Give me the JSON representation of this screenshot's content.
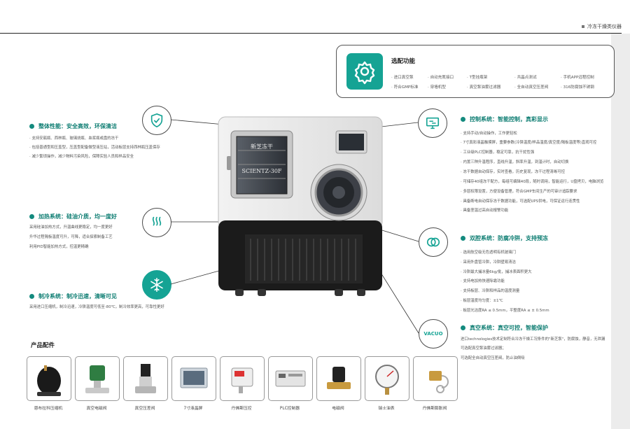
{
  "header": {
    "category": "冷冻干燥类仪器"
  },
  "options": {
    "title": "选配功能",
    "icon": "gear-icon",
    "row1": [
      "进口真空泵",
      "自动充氮接口",
      "T型挂瓶架",
      "共晶点测试",
      "手机APP远程控制"
    ],
    "row2": [
      "符合GMP标准",
      "穿墙机型",
      "真空泵油雾过滤器",
      "全自动真空压差阀",
      "316防腐蚀不锈钢"
    ]
  },
  "overall": {
    "title": "整体性能：安全高效，环保清洁",
    "icon": "shield-check-icon",
    "lines": [
      "支持安瓿瓶、西林瓶、玻璃烧瓶、血浆瓶或盘的冻干",
      "包括普通型和压盖型，压盖型配备微型液压站，活动板层支持西林瓶压盖保存",
      "减少繁琐操作，减少物料污染风险，保障实验人员和样品安全"
    ]
  },
  "heating": {
    "title": "加热系统：硅油介质，均一度好",
    "icon": "heat-waves-icon",
    "lines": [
      "采用硅油加热方式，升温曲线更稳定，均一度更好",
      "升华过程隔板温度可升，可降，适合探索制备工艺",
      "利用PID智能加热方式，控温更精确"
    ]
  },
  "cooling": {
    "title": "制冷系统：制冷迅速，清晰可见",
    "icon": "snowflake-icon",
    "lines": [
      "采用进口压缩机，制冷迅速，冷阱温度可低至-80℃，制冷效率更高，可靠性更好"
    ]
  },
  "control": {
    "title": "控制系统：智能控制，真彩显示",
    "icon": "monitor-icon",
    "lines": [
      "支持手动/自动操作，工作更轻松",
      "7寸真彩液晶触摸屏，重要参数(冷阱温度/样品温度/真空度/隔板温度等)直观可控",
      "工业级PLC控制器，稳定可靠，抗干扰性强",
      "内置三种升温程序，直线升温，斜率升温，到温计时，自动切换",
      "冻干数据自动保存，实时查看，历史复现，冻干过程清晰可控",
      "可储存40组冻干配方，每组可编辑40段，随时调用，智能运行，U盘拷贝，电脑浏览",
      "多层权限设置，方便设备管理，符合GMP车间生产的可审计追踪要求",
      "具备断电自动保存冻干数据功能，可选配UPS供电，可保证运行连贯性",
      "具备室温过高自动报警功能"
    ]
  },
  "coldtrap": {
    "title": "双腔系统：防腐冷阱，支持预冻",
    "icon": "dual-ring-icon",
    "lines": [
      "选用航空级无色透明有机玻璃门",
      "采用外盘管冷阱，冷阱壁易清洁",
      "冷阱最大捕冰量6kg/批，捕冰表面积更大",
      "支持电加热快速除霜功能",
      "支持板层、冷阱和样品的温度测量",
      "板层温度均匀度：±1℃",
      "板层光洁度RA ≤ 0.5mm，平整度RA ≤ ± 0.5mm"
    ]
  },
  "vacuum": {
    "title": "真空系统：真空可控，智能保护",
    "icon_text": "VACUO",
    "lines": [
      "进口technologies技术定制符合冷冻干燥工况条件的\"新芝泵\"，防腐蚀，静音，无泄漏",
      "可选配真空泵油雾过滤器；",
      "可选配全自动真空压差阀，防止油倒吸"
    ]
  },
  "machine": {
    "brand_text": "新芝冻干",
    "model_text": "SCIENTZ-30F"
  },
  "accessories": {
    "title": "产品配件",
    "items": [
      "恩布拉科压缩机",
      "真空电磁阀",
      "真空压差阀",
      "7寸液晶屏",
      "丹佛斯压控",
      "PLC控制器",
      "电磁阀",
      "瑞士油表",
      "丹佛斯膨胀阀"
    ]
  },
  "colors": {
    "accent": "#15a394",
    "title": "#0f7e73"
  }
}
